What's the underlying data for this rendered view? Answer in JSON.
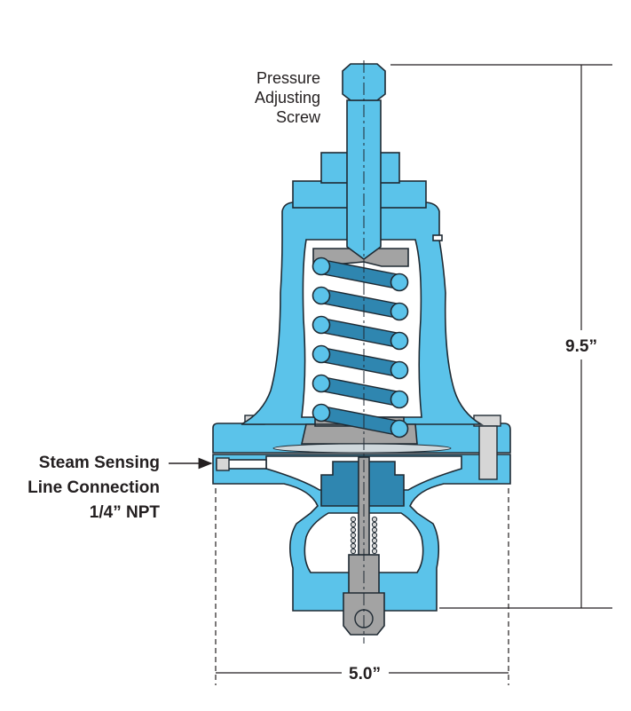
{
  "labels": {
    "screw": [
      "Pressure",
      "Adjusting",
      "Screw"
    ],
    "sensing": [
      "Steam Sensing",
      "Line Connection",
      "1/4” NPT"
    ]
  },
  "dimensions": {
    "height": "9.5”",
    "width": "5.0”"
  },
  "colors": {
    "body": "#5bc3ea",
    "spring": "#2f86b0",
    "plates": "#a3a3a3"
  }
}
